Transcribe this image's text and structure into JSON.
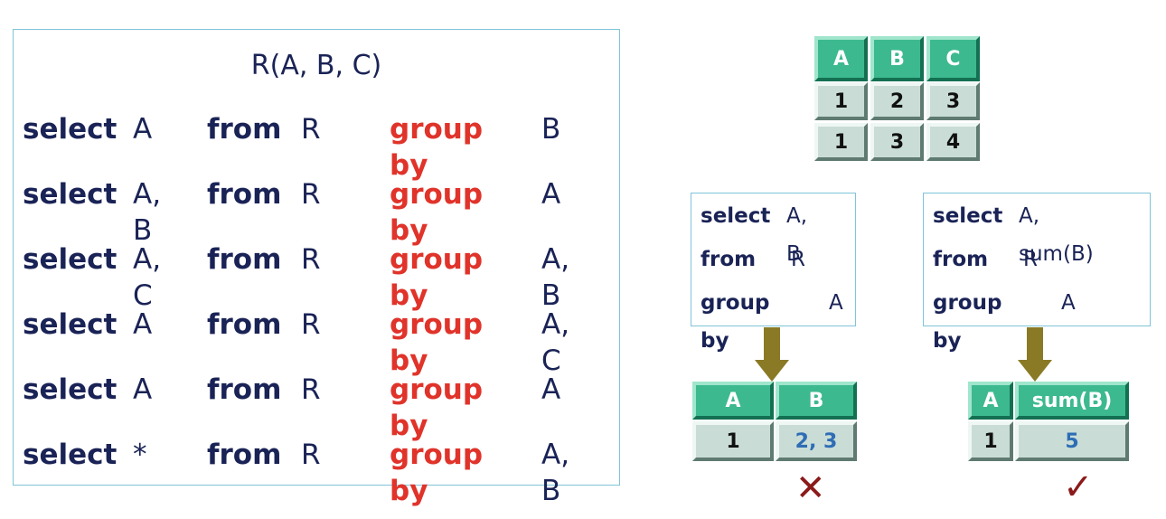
{
  "relation": "R(A, B, C)",
  "keywords": {
    "select": "select",
    "from": "from",
    "group_by": "group by"
  },
  "queries": [
    {
      "cols": "A",
      "table": "R",
      "group": "B"
    },
    {
      "cols": "A, B",
      "table": "R",
      "group": "A"
    },
    {
      "cols": "A, C",
      "table": "R",
      "group": "A, B"
    },
    {
      "cols": "A",
      "table": "R",
      "group": "A, C"
    },
    {
      "cols": "A",
      "table": "R",
      "group": "A"
    },
    {
      "cols": "*",
      "table": "R",
      "group": "A, B"
    }
  ],
  "source_table": {
    "headers": [
      "A",
      "B",
      "C"
    ],
    "rows": [
      [
        "1",
        "2",
        "3"
      ],
      [
        "1",
        "3",
        "4"
      ]
    ]
  },
  "example_bad": {
    "select_cols": "A, B",
    "from": "R",
    "group": "A",
    "result_headers": [
      "A",
      "B"
    ],
    "result_row": [
      "1",
      "2,  3"
    ],
    "mark": "✕"
  },
  "example_good": {
    "select_cols": "A, sum(B)",
    "from": "R",
    "group": "A",
    "result_headers": [
      "A",
      "sum(B)"
    ],
    "result_row": [
      "1",
      "5"
    ],
    "mark": "✓"
  },
  "colors": {
    "keyword": "#1a2356",
    "group_by": "#e0332a",
    "header": "#3db98f",
    "arrow": "#8a7a26",
    "bad_mark": "#8b1a1a",
    "good_mark": "#8b1a1a",
    "value_blue": "#2e6db5"
  }
}
